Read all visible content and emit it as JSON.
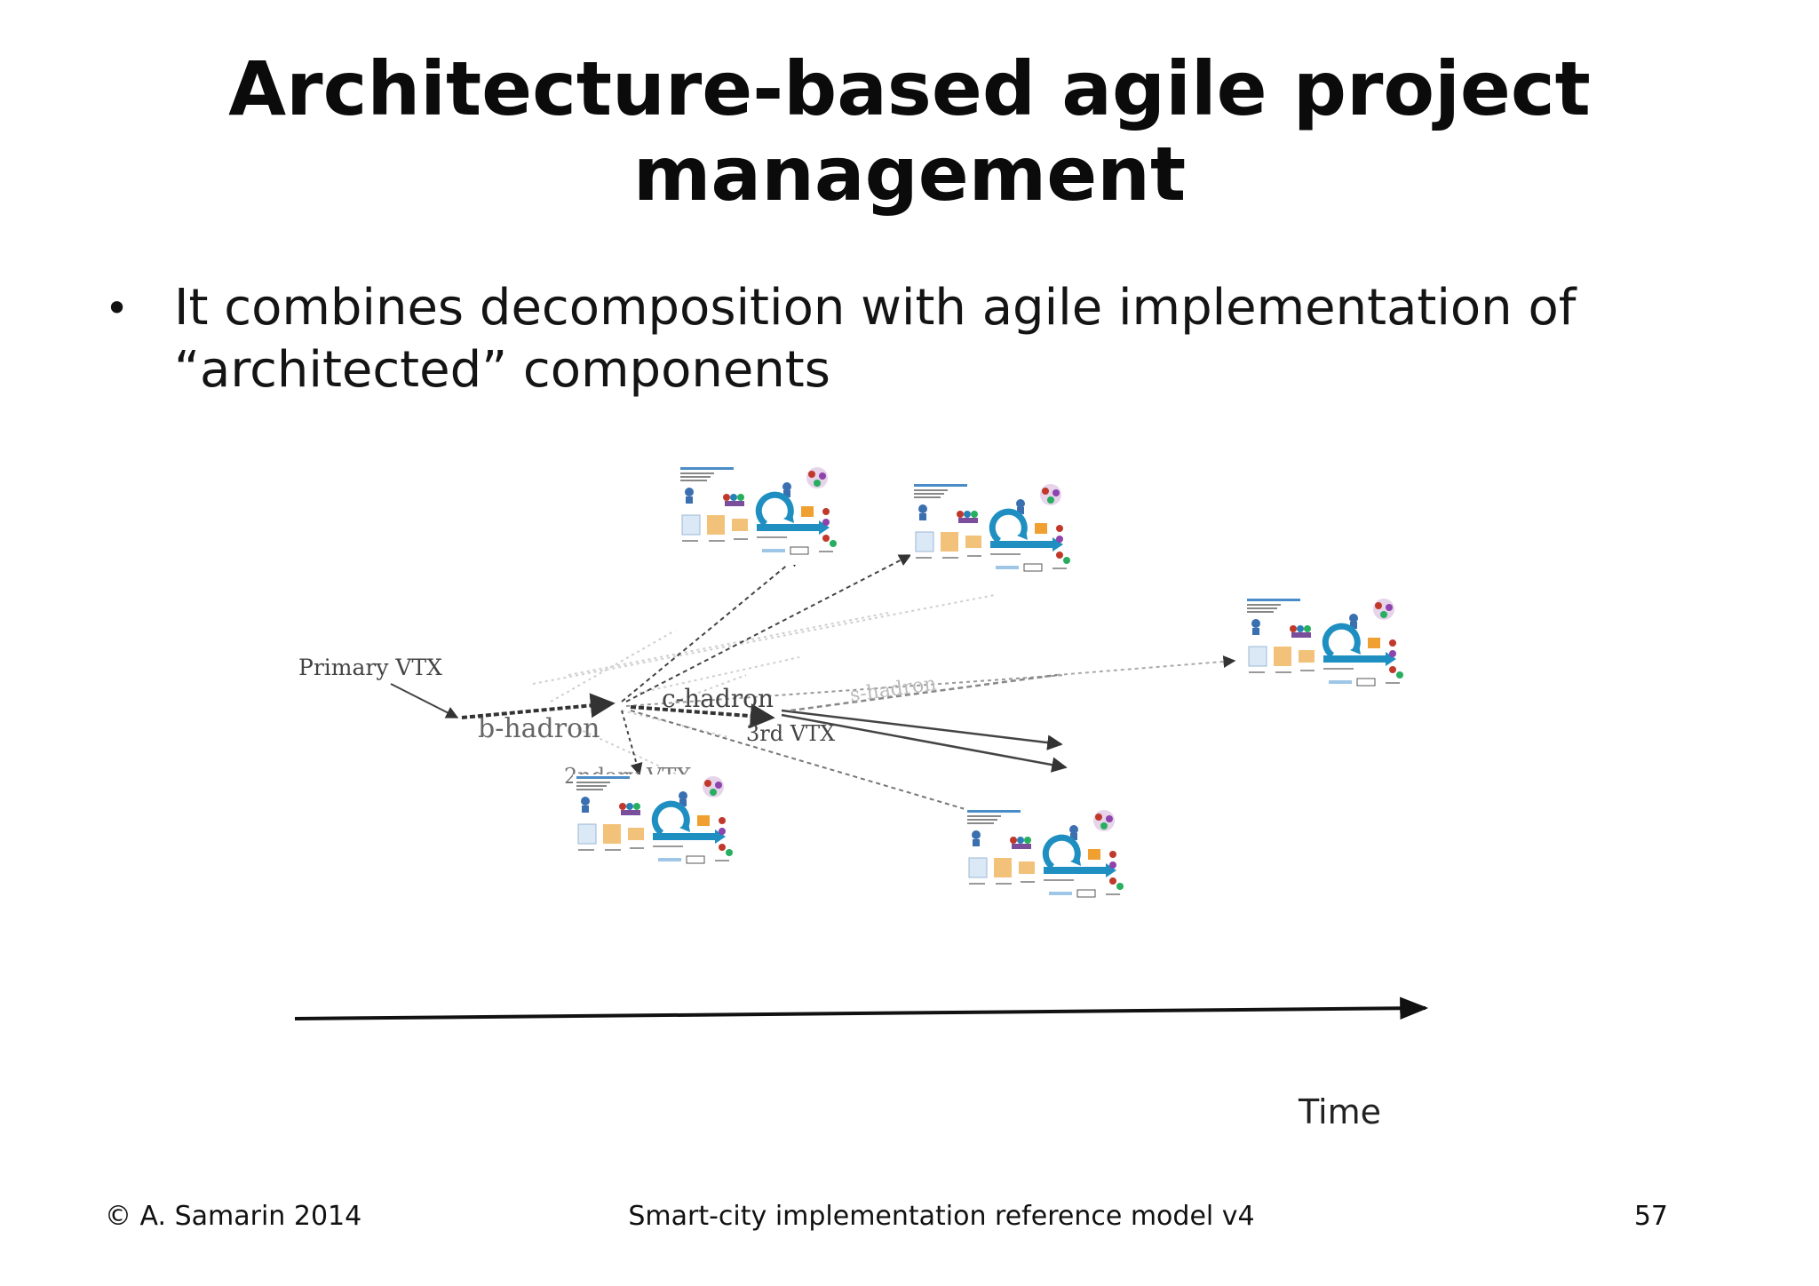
{
  "slide": {
    "title_line1": "Architecture-based agile project",
    "title_line2": "management",
    "bullet_marker": "•",
    "bullet_line1": "It combines decomposition with agile implementation of",
    "bullet_line2": "“architected” components"
  },
  "diagram": {
    "labels": {
      "primary": "Primary VTX",
      "b_hadron": "b-hadron",
      "c_hadron": "c-hadron",
      "third_vtx": "3rd VTX",
      "second_vtx": "2ndary VTX",
      "s_hadron": "s-hadron"
    },
    "time_label": "Time",
    "component_thumbnail": "agile-process-thumbnail",
    "colors": {
      "accent_blue": "#1f8fc2",
      "orange": "#f0a030",
      "arrow": "#222222"
    }
  },
  "footer": {
    "copyright": "© A. Samarin 2014",
    "center": "Smart-city implementation reference model v4",
    "page_number": "57"
  }
}
